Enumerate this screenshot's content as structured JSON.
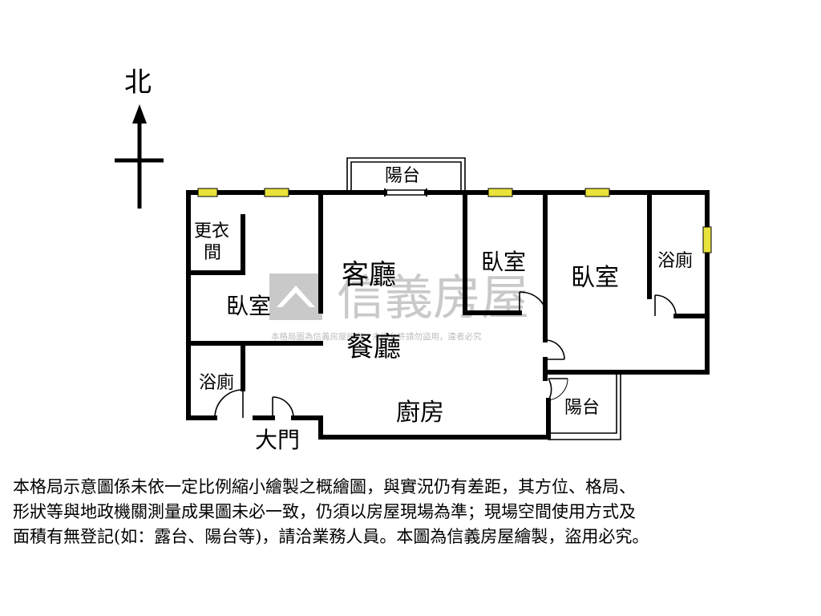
{
  "compass": {
    "north_label": "北"
  },
  "rooms": {
    "dressing_room_line1": "更衣",
    "dressing_room_line2": "間",
    "bedroom_left": "臥室",
    "bathroom_left": "浴廁",
    "main_entrance": "大門",
    "living_room": "客廳",
    "dining_room": "餐廳",
    "kitchen": "廚房",
    "bedroom_middle": "臥室",
    "bedroom_right": "臥室",
    "bathroom_right": "浴廁",
    "balcony_top": "陽台",
    "balcony_bottom": "陽台"
  },
  "watermark": {
    "brand": "信義房屋",
    "notice": "本格局圖為信義房屋所有，未經允許請勿盜用，違者必究"
  },
  "disclaimer": {
    "line1": "本格局示意圖係未依一定比例縮小繪製之概繪圖，與實況仍有差距，其方位、格局、",
    "line2": "形狀等與地政機關測量成果圖未必一致，仍須以房屋現場為準；現場空間使用方式及",
    "line3": "面積有無登記(如：露台、陽台等)，請洽業務人員。本圖為信義房屋繪製，盜用必究。"
  },
  "colors": {
    "wall": "#000000",
    "window": "#e8e23a",
    "watermark": "#c9c9c9"
  }
}
